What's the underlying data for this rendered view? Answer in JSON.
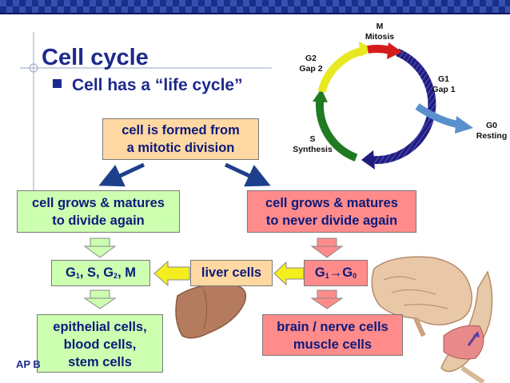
{
  "slide": {
    "title": "Cell cycle",
    "bullet": "Cell has a “life cycle”",
    "footer": "AP B"
  },
  "cycle": {
    "phases": {
      "m": [
        "M",
        "Mitosis"
      ],
      "g1": [
        "G1",
        "Gap 1"
      ],
      "g0": [
        "G0",
        "Resting"
      ],
      "s": [
        "S",
        "Synthesis"
      ],
      "g2": [
        "G2",
        "Gap 2"
      ]
    },
    "colors": {
      "m": "#d41c1c",
      "g1": "#1f1c7a",
      "g0": "#5a90cc",
      "s": "#1f7a22",
      "g2": "#e8e820"
    }
  },
  "boxes": {
    "formed": [
      "cell is formed from",
      "a mitotic division"
    ],
    "grows_divide": [
      "cell grows & matures",
      "to divide again"
    ],
    "grows_never": [
      "cell grows & matures",
      "to never divide again"
    ],
    "cycle_phases": {
      "g1": "G",
      "g1_sub": "1",
      "sep1": ", S, G",
      "g2_sub": "2",
      "sep2": ", M"
    },
    "liver": "liver cells",
    "g1_g0": {
      "g": "G",
      "sub1": "1",
      "arrow": "→",
      "g2": "G",
      "sub2": "0"
    },
    "epithelial": [
      "epithelial cells,",
      "blood cells,",
      "stem cells"
    ],
    "brain": [
      "brain / nerve cells",
      "muscle cells"
    ]
  },
  "colors": {
    "title": "#1d2a8c",
    "green_box": "#ccffb0",
    "pink_box": "#ff8b8b",
    "orange_box": "#ffd8a2",
    "yellow_arrow": "#f4ee1e",
    "blue_arrow": "#1d3f8c"
  }
}
